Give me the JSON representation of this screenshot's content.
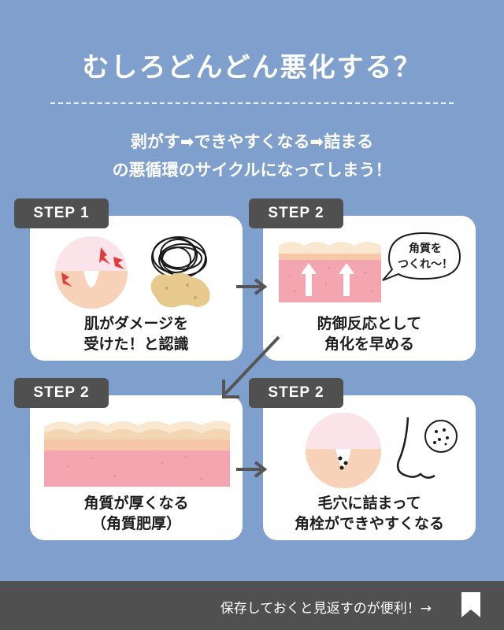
{
  "title": "むしろどんどん悪化する？",
  "subtitle": {
    "line1": "剥がす➡できやすくなる➡詰まる",
    "line2": "の悪循環のサイクルになってしまう！"
  },
  "cards": [
    {
      "step": "STEP 1",
      "line1": "肌がダメージを",
      "line2": "受けた！と認識"
    },
    {
      "step": "STEP 2",
      "line1": "防御反応として",
      "line2": "角化を早める",
      "bubble1": "角質を",
      "bubble2": "つくれ〜！"
    },
    {
      "step": "STEP 2",
      "line1": "角質が厚くなる",
      "line2": "（角質肥厚）"
    },
    {
      "step": "STEP 2",
      "line1": "毛穴に詰まって",
      "line2": "角栓ができやすくなる"
    }
  ],
  "footer": {
    "text": "保存しておくと見返すのが便利！→"
  },
  "colors": {
    "background": "#7f9fcc",
    "card": "#ffffff",
    "badge": "#505050",
    "skin": "#f6c7a8",
    "skin_pink": "#f4a6b0",
    "damage_red": "#e23b3b"
  },
  "icons": [
    "damage-burst-icon",
    "hair-tangle-icon",
    "keratin-flake-icon",
    "up-arrow-icon",
    "nose-pore-icon",
    "bookmark-icon"
  ]
}
